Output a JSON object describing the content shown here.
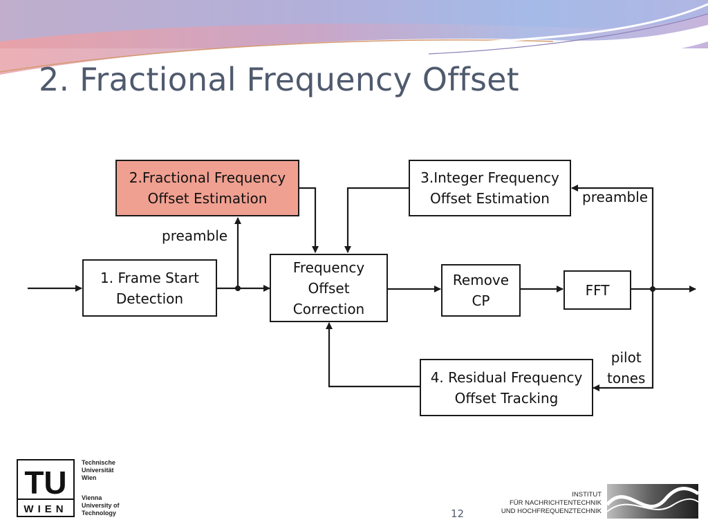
{
  "slide": {
    "title": "2. Fractional Frequency Offset",
    "page_number": "12"
  },
  "diagram": {
    "blocks": {
      "frame_start": "1. Frame Start\nDetection",
      "fractional_estimation": "2.Fractional Frequency\nOffset Estimation",
      "integer_estimation": "3.Integer Frequency\nOffset Estimation",
      "frequency_correction": "Frequency\nOffset\nCorrection",
      "remove_cp": "Remove\nCP",
      "fft": "FFT",
      "residual_tracking": "4. Residual Frequency\nOffset Tracking"
    },
    "labels": {
      "preamble_left": "preamble",
      "preamble_right": "preamble",
      "pilot_tones": "pilot\ntones"
    }
  },
  "footer": {
    "tu_logo_top": "TU",
    "tu_logo_bottom": "WIEN",
    "university_de": "Technische\nUniversität\nWien",
    "university_en": "Vienna\nUniversity of\nTechnology",
    "institute": "INSTITUT\nFÜR NACHRICHTENTECHNIK\nUND HOCHFREQUENZTECHNIK"
  },
  "colors": {
    "title": "#4f5a6e",
    "highlight_block": "#f0a091",
    "lines": "#1a1a1a"
  }
}
